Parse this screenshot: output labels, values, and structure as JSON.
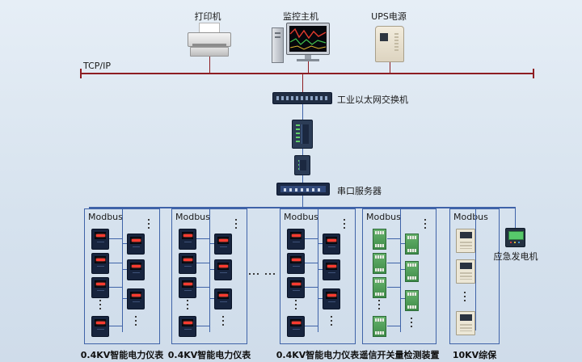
{
  "top": {
    "printer_label": "打印机",
    "monitor_label": "监控主机",
    "ups_label": "UPS电源",
    "tcp_label": "TCP/IP"
  },
  "mid": {
    "switch_label": "工业以太网交换机",
    "serial_label": "串口服务器"
  },
  "modbus_label": "Modbus",
  "captions": {
    "meter1": "0.4KV智能电力仪表",
    "meter2": "0.4KV智能电力仪表",
    "meter3": "0.4KV智能电力仪表",
    "io": "遥信开关量检测装置",
    "prot": "10KV综保",
    "generator": "应急发电机"
  },
  "colors": {
    "tcp_bus": "#8e1d22",
    "field_bus": "#3f63a8",
    "background": "#d6e2ee"
  }
}
